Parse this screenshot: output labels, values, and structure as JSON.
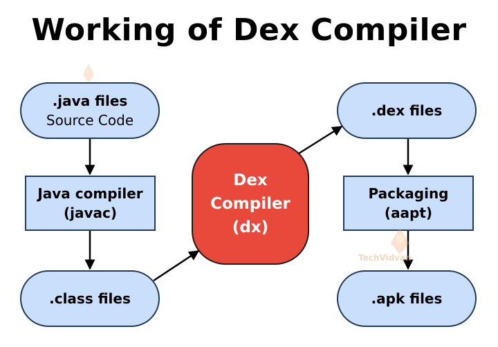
{
  "title": "Working of Dex Compiler",
  "nodes": {
    "java_files": {
      "line1": ".java files",
      "line2": "Source Code"
    },
    "java_compiler": {
      "line1": "Java compiler",
      "line2": "(javac)"
    },
    "class_files": {
      "line1": ".class files"
    },
    "dex_compiler": {
      "line1": "Dex",
      "line2": "Compiler",
      "line3": "(dx)"
    },
    "dex_files": {
      "line1": ".dex files"
    },
    "packaging": {
      "line1": "Packaging",
      "line2": "(aapt)"
    },
    "apk_files": {
      "line1": ".apk files"
    }
  },
  "watermark": "TechVidvan",
  "colors": {
    "node_fill": "#c9dffb",
    "node_stroke": "#233a55",
    "dex_fill": "#e8493b",
    "dex_stroke": "#1a1a1a",
    "arrow": "#000000"
  }
}
